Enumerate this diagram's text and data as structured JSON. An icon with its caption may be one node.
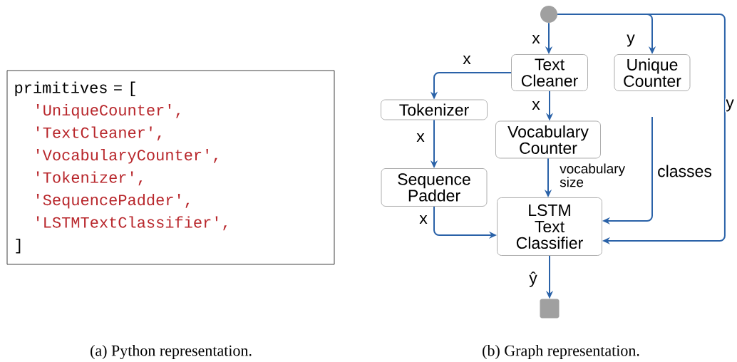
{
  "diagram": {
    "nodes": [
      {
        "text": [
          "primitives = [",
          "'UniqueCounter',",
          "'TextCleaner',",
          "'VocabularyCounter',",
          "'Tokenizer',",
          "'SequencePadder',",
          "'LSTMTextClassifier',",
          "]"
        ]
      },
      {
        "text": [],
        "shape": "circle"
      },
      {
        "text": [
          "Text Cleaner"
        ]
      },
      {
        "text": [
          "Unique Counter"
        ]
      },
      {
        "text": [
          "Tokenizer"
        ]
      },
      {
        "text": [
          "Vocabulary Counter"
        ]
      },
      {
        "text": [
          "Sequence Padder"
        ]
      },
      {
        "text": [
          "LSTM Text Classifier"
        ]
      },
      {
        "text": [],
        "shape": "box"
      }
    ],
    "edges": [
      {
        "from": 1,
        "to": 2,
        "arrow": "to",
        "label": "x"
      },
      {
        "from": 1,
        "to": 3,
        "arrow": "to",
        "label": "y"
      },
      {
        "from": 1,
        "to": 7,
        "arrow": "to",
        "label": "y"
      },
      {
        "from": 2,
        "to": 4,
        "arrow": "to",
        "label": "x"
      },
      {
        "from": 2,
        "to": 5,
        "arrow": "to",
        "label": "x"
      },
      {
        "from": 4,
        "to": 6,
        "arrow": "to",
        "label": "x"
      },
      {
        "from": 5,
        "to": 7,
        "arrow": "to",
        "label": "vocabulary size"
      },
      {
        "from": 6,
        "to": 7,
        "arrow": "to",
        "label": "x"
      },
      {
        "from": 3,
        "to": 7,
        "arrow": "to",
        "label": "classes"
      },
      {
        "from": 7,
        "to": 8,
        "arrow": "to",
        "label": "ŷ"
      }
    ],
    "labels": [
      "(a) Python representation.",
      "(b) Graph representation."
    ]
  }
}
